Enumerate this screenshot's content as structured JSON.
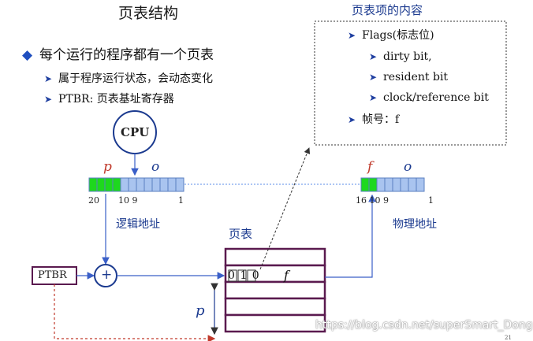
{
  "title": "页表结构",
  "bullets": {
    "main": "每个运行的程序都有一个页表",
    "sub1": "属于程序运行状态，会动态变化",
    "sub2": "PTBR: 页表基址寄存器"
  },
  "entry_box": {
    "title": "页表项的内容",
    "flags": "Flags(标志位)",
    "flag_items": [
      "dirty bit,",
      "resident bit",
      "clock/reference bit"
    ],
    "frame": "帧号：f"
  },
  "cpu": "CPU",
  "logical": {
    "p": "p",
    "o": "o",
    "ticks": [
      "20",
      "10 9",
      "1"
    ],
    "label": "逻辑地址",
    "bits_total": 12,
    "bits_green": 4
  },
  "physical": {
    "f": "f",
    "o": "o",
    "ticks": [
      "16 10 9",
      "1"
    ],
    "label": "物理地址",
    "bits_total": 8,
    "bits_green": 2
  },
  "page_table": {
    "label": "页表",
    "entry_bits": "0 1 0",
    "entry_f": "f",
    "rows": 5
  },
  "ptbr": "PTBR",
  "adder": "+",
  "p_offset": "p",
  "watermark": "https://blog.csdn.net/superSmart_Dong",
  "page_number": "21",
  "colors": {
    "blue": "#1b3a8f",
    "green": "#1ed81e",
    "cell": "#a9c4ef",
    "purple": "#5a1a4f",
    "red": "#c0392b"
  }
}
